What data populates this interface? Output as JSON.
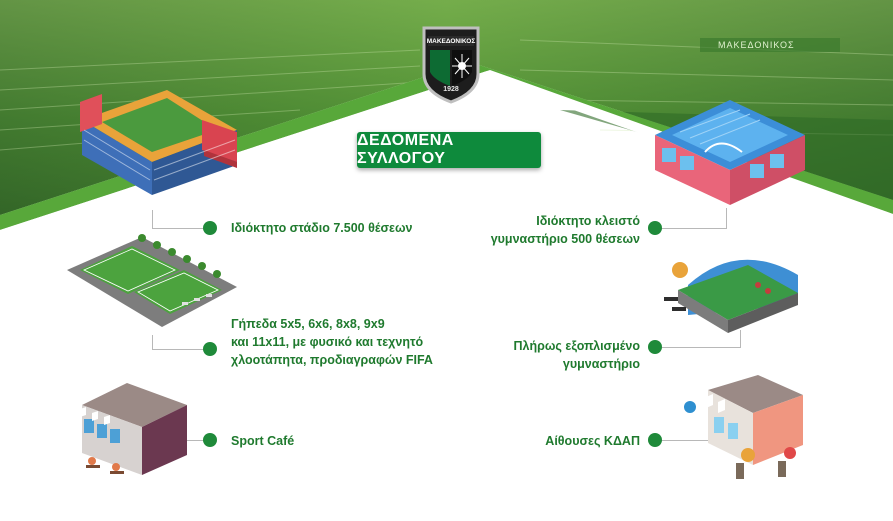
{
  "header": {
    "title": "ΔΕΔΟΜΕΝΑ ΣΥΛΛΟΓΟΥ"
  },
  "crest": {
    "name": "ΜΑΚΕΔΟΝΙΚΟΣ",
    "year": "1928"
  },
  "arena_sign": "ΜΑΚΕΔΟΝΙΚΟΣ",
  "features_left": [
    {
      "lines": [
        "Ιδιόκτητο στάδιο 7.500 θέσεων"
      ],
      "icon": "stadium-icon"
    },
    {
      "lines": [
        "Γήπεδα 5x5, 6x6, 8x8, 9x9",
        "και 11x11, με φυσικό και τεχνητό",
        "χλοοτάπητα, προδιαγραφών FIFA"
      ],
      "icon": "football-pitches-icon"
    },
    {
      "lines": [
        "Sport Café"
      ],
      "icon": "cafe-icon"
    }
  ],
  "features_right": [
    {
      "lines": [
        "Ιδιόκτητο κλειστό",
        "γυμναστήριο  500 θέσεων"
      ],
      "icon": "indoor-arena-icon"
    },
    {
      "lines": [
        "Πλήρως εξοπλισμένο",
        "γυμναστήριο"
      ],
      "icon": "gym-icon"
    },
    {
      "lines": [
        "Αίθουσες ΚΔΑΠ"
      ],
      "icon": "kids-center-icon"
    }
  ],
  "colors": {
    "accent": "#0e8a3c",
    "text_green": "#1f7a2e",
    "dot": "#1f8a3a",
    "banner_dark": "#2f6e2a",
    "banner_light": "#7fc241"
  }
}
